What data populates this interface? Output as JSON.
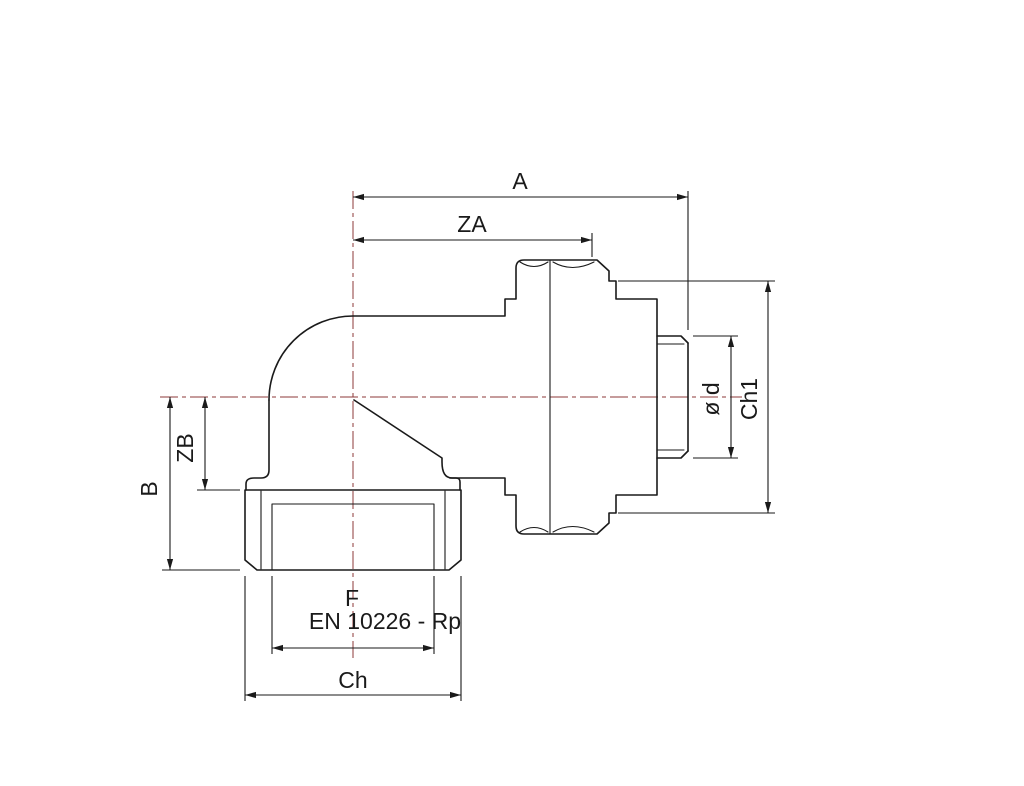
{
  "dimensions": {
    "a": "A",
    "za": "ZA",
    "zb": "ZB",
    "b": "B",
    "d": "ø d",
    "ch1": "Ch1",
    "f": "F",
    "ch": "Ch"
  },
  "annotations": {
    "thread_standard": "EN 10226 - Rp"
  },
  "colors": {
    "line_art": "#1a1a1a",
    "centerline": "#8e3a3a",
    "background": "#ffffff"
  }
}
